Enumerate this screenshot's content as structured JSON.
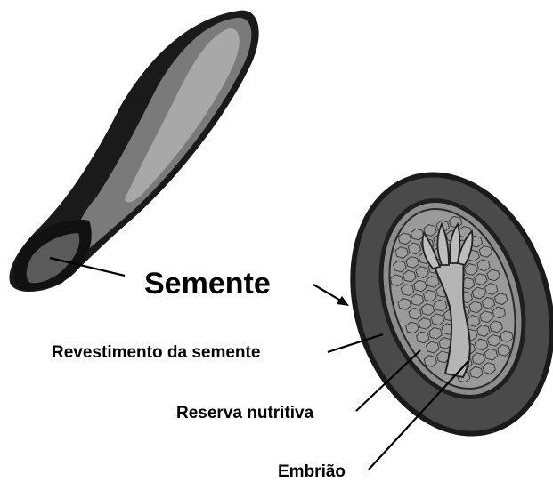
{
  "labels": {
    "seed": "Semente",
    "seed_coat": "Revestimento da semente",
    "nutrient_reserve": "Reserva nutritiva",
    "embryo": "Embrião"
  },
  "colors": {
    "outline": "#1a1a1a",
    "coat": "#4a4a4a",
    "fruit_body": "#7a7a7a",
    "fruit_highlight": "#a6a6a6",
    "cells": "#8c8c8c",
    "embryo": "#b5b5b5"
  }
}
